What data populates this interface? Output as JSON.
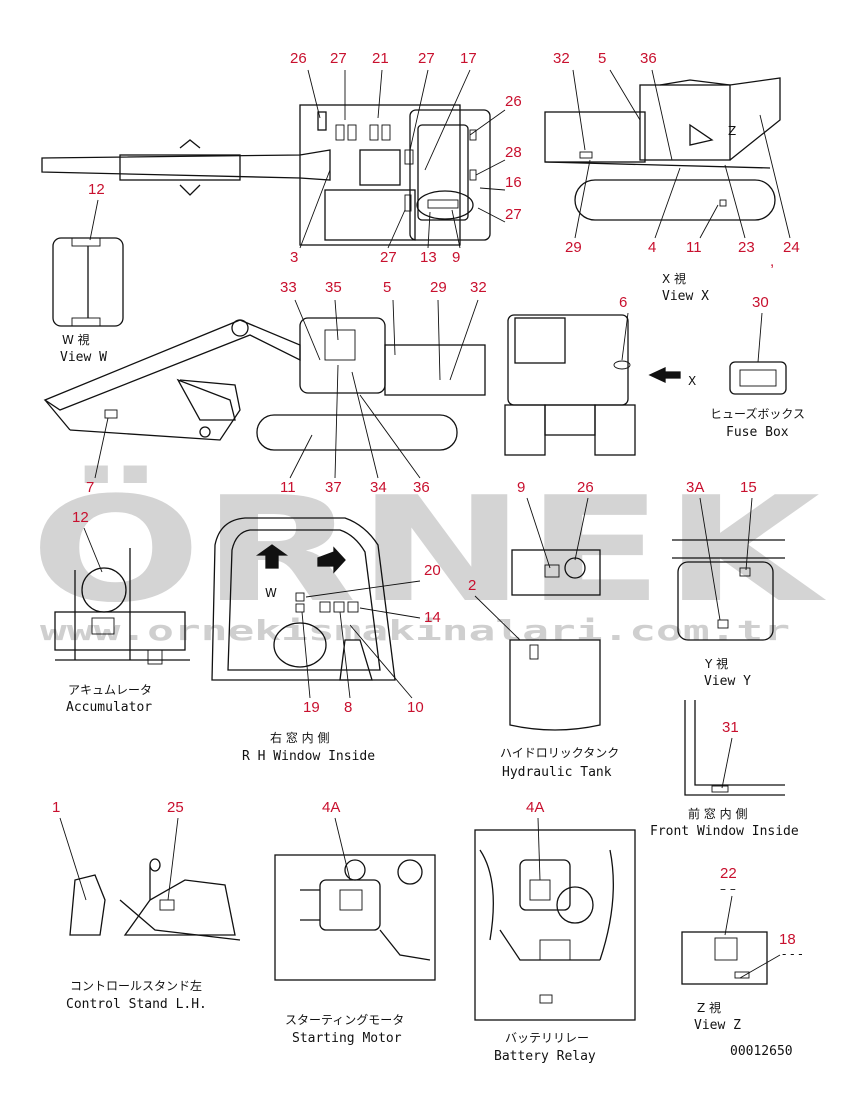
{
  "watermark": {
    "logo_text": "ÖRNEK",
    "url_text": "www.ornekismakinalari.com.tr"
  },
  "views": {
    "view_w": {
      "jp": "W 視",
      "en": "View W"
    },
    "view_x": {
      "jp": "X 視",
      "en": "View X"
    },
    "view_y": {
      "jp": "Y 視",
      "en": "View Y"
    },
    "view_z": {
      "jp": "Z 視",
      "en": "View Z"
    },
    "fuse_box": {
      "jp": "ヒューズボックス",
      "en": "Fuse Box"
    },
    "accumulator": {
      "jp": "アキュムレータ",
      "en": "Accumulator"
    },
    "rh_window": {
      "jp": "右 窓 内 側",
      "en": "R H Window Inside"
    },
    "hydraulic_tank": {
      "jp": "ハイドロリックタンク",
      "en": "Hydraulic Tank"
    },
    "front_window": {
      "jp": "前 窓 内 側",
      "en": "Front Window Inside"
    },
    "control_stand": {
      "jp": "コントロールスタンド左",
      "en": "Control Stand L.H."
    },
    "starting_motor": {
      "jp": "スターティングモータ",
      "en": "Starting Motor"
    },
    "battery_relay": {
      "jp": "バッテリリレー",
      "en": "Battery Relay"
    }
  },
  "inline_labels": {
    "w_letter": "W",
    "x_letter": "X",
    "z_letter": "Z",
    "comma": ",",
    "z_dashes": "– –",
    "z_dots": "- - -"
  },
  "drawing_number": "00012650",
  "callouts": {
    "top_view": [
      "26",
      "27",
      "21",
      "27",
      "17",
      "26",
      "28",
      "16",
      "27",
      "3",
      "27",
      "13",
      "9",
      "12"
    ],
    "view_x": [
      "32",
      "5",
      "36",
      "29",
      "4",
      "11",
      "23",
      "24"
    ],
    "side_view": [
      "33",
      "35",
      "5",
      "29",
      "32",
      "11",
      "37",
      "34",
      "36",
      "7"
    ],
    "rear_view": [
      "6",
      "30"
    ],
    "accumulator": [
      "12"
    ],
    "rh_window": [
      "20",
      "14",
      "19",
      "8",
      "10"
    ],
    "hydraulic_tank": [
      "9",
      "26",
      "2"
    ],
    "view_y": [
      "3A",
      "15",
      "31"
    ],
    "control_stand": [
      "1",
      "25"
    ],
    "starting_motor": [
      "4A"
    ],
    "battery_relay": [
      "4A"
    ],
    "view_z": [
      "22",
      "18"
    ]
  },
  "colors": {
    "callout": "#c8102e",
    "line": "#111111",
    "watermark": "#d4d4d4"
  }
}
